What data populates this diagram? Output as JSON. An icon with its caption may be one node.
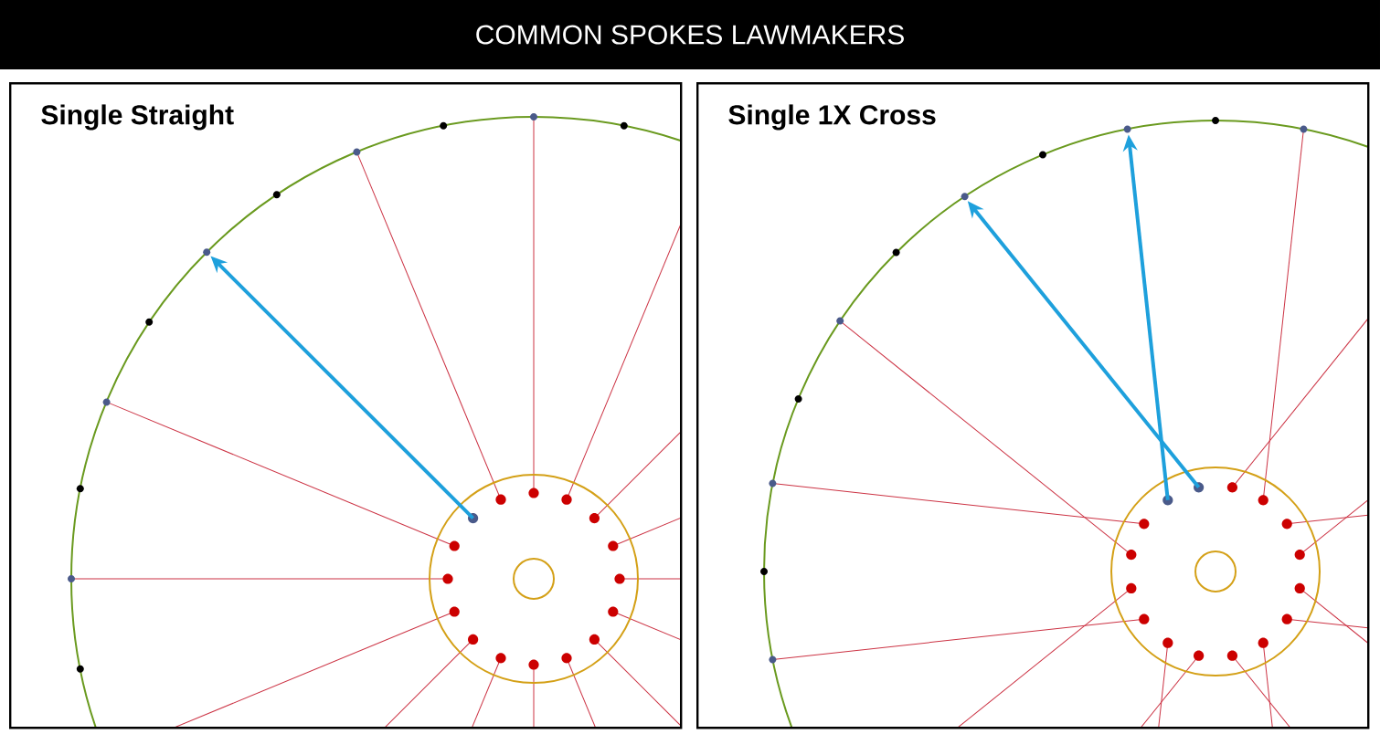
{
  "diagram": {
    "title": "COMMON SPOKES LAWMAKERS",
    "nodes": [
      {
        "text": [
          "Single Straight"
        ]
      },
      {
        "text": [
          "Single 1X Cross"
        ]
      }
    ]
  }
}
